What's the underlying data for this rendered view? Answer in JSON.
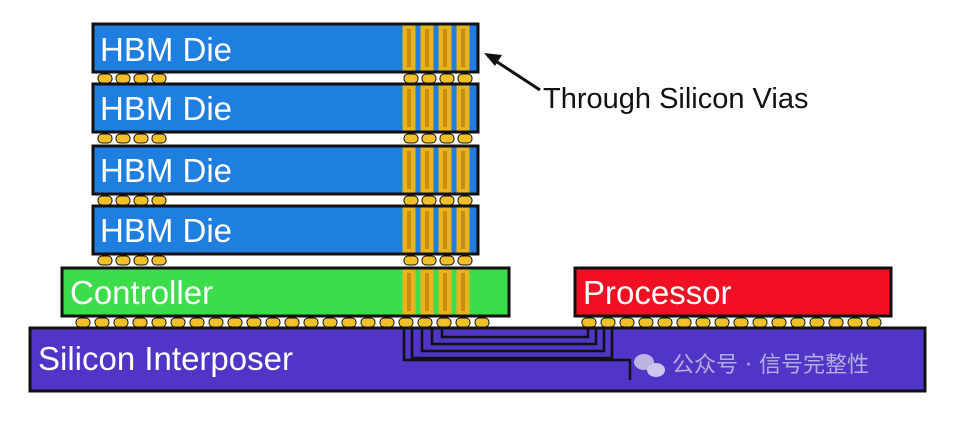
{
  "labels": {
    "hbm_die": "HBM Die",
    "controller": "Controller",
    "processor": "Processor",
    "interposer": "Silicon Interposer",
    "tsv_callout": "Through Silicon Vias"
  },
  "watermark": {
    "text": "公众号 · 信号完整性",
    "icon": "wechat-icon"
  },
  "colors": {
    "hbm_die": "#1f7fe0",
    "controller": "#3ddc4b",
    "processor": "#f00f23",
    "interposer": "#5035c6",
    "bump": "#f0bf2a",
    "via": "#e9b320",
    "outline": "#111111",
    "label_text": "#ffffff",
    "callout_text": "#111111",
    "watermark_text": "#c7c2e8"
  }
}
